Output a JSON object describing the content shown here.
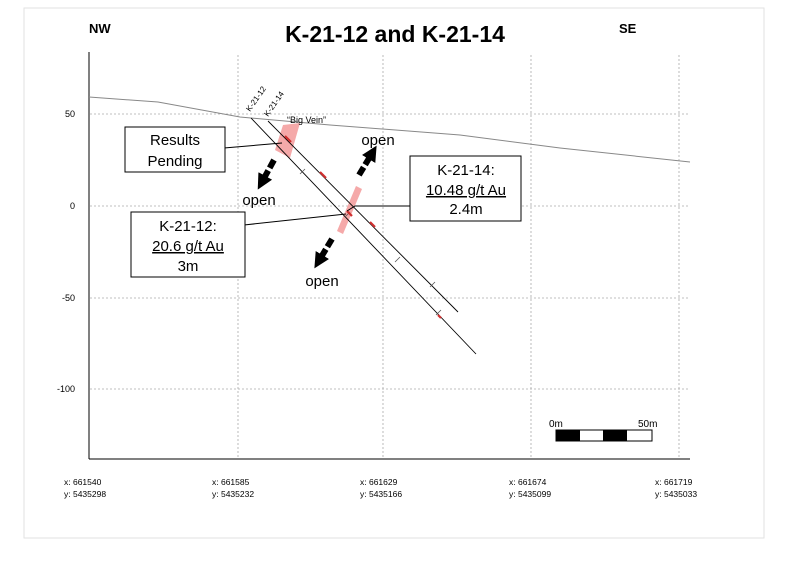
{
  "title": "K-21-12 and K-21-14",
  "directions": {
    "left": "NW",
    "right": "SE"
  },
  "y_ticks": [
    "50",
    "0",
    "-50",
    "-100"
  ],
  "x_coords": [
    {
      "x": "x: 661540",
      "y": "y: 5435298"
    },
    {
      "x": "x: 661585",
      "y": "y: 5435232"
    },
    {
      "x": "x: 661629",
      "y": "y: 5435166"
    },
    {
      "x": "x: 661674",
      "y": "y: 5435099"
    },
    {
      "x": "x: 661719",
      "y": "y: 5435033"
    }
  ],
  "holes": {
    "k12": "K-21-12",
    "k14": "K-21-14"
  },
  "vein_label": "“Big Vein”",
  "callouts": {
    "results": [
      "Results",
      "Pending"
    ],
    "k14": [
      "K-21-14:",
      "10.48 g/t Au",
      "2.4m"
    ],
    "k12": [
      "K-21-12:",
      "20.6 g/t Au",
      "3m"
    ]
  },
  "open_labels": [
    "open",
    "open",
    "open"
  ],
  "scale": {
    "start": "0m",
    "end": "50m"
  },
  "colors": {
    "vein": "#f4a0a0",
    "assay": "#d03030",
    "topo": "#888888"
  }
}
